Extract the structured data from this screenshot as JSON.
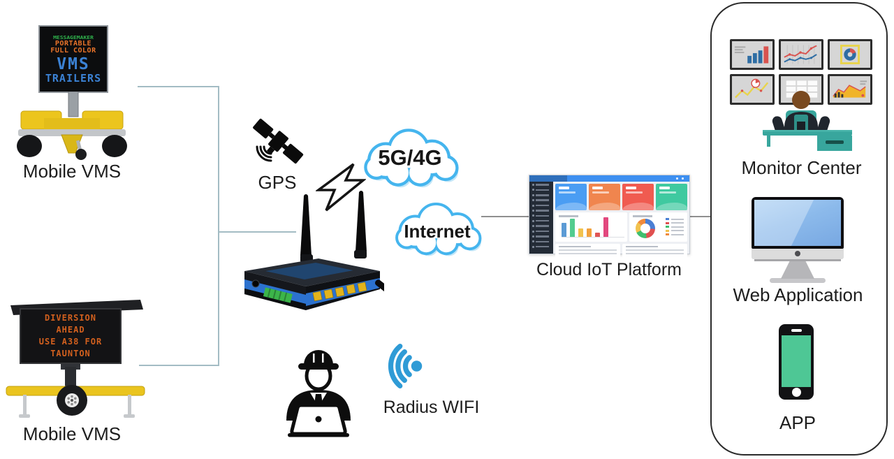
{
  "labels": {
    "mobile_vms_top": "Mobile VMS",
    "mobile_vms_bottom": "Mobile VMS",
    "gps": "GPS",
    "cloud_primary": "5G/4G",
    "cloud_secondary": "Internet",
    "cloud_iot": "Cloud IoT Platform",
    "radius_wifi": "Radius WIFI",
    "monitor_center": "Monitor Center",
    "web_application": "Web Application",
    "app": "APP"
  },
  "vms_sign_top": {
    "lines": [
      {
        "text": "MESSAGEMAKER",
        "color": "#2fb24c"
      },
      {
        "text": "PORTABLE",
        "color": "#e8732a"
      },
      {
        "text": "FULL COLOR",
        "color": "#e8732a"
      },
      {
        "text": "VMS",
        "color": "#3b82d4"
      },
      {
        "text": "TRAILERS",
        "color": "#3b82d4"
      }
    ]
  },
  "vms_sign_bottom": {
    "color": "#d2601e",
    "lines": [
      "DIVERSION",
      "AHEAD",
      "USE A38 FOR",
      "TAUNTON"
    ]
  },
  "dashboard": {
    "topbar_color": "#3d8ff0",
    "sidebar_color": "#232b36",
    "sidebar_rows": 13,
    "card_colors": [
      "#4a9df3",
      "#f0854e",
      "#f05b50",
      "#3fc9a0"
    ],
    "bar_colors": [
      "#5b9bd5",
      "#52cc8f",
      "#f2c24e",
      "#f2a13c",
      "#e05555",
      "#e2487e"
    ],
    "bar_heights": [
      20,
      26,
      12,
      12,
      6,
      28
    ],
    "donut_colors": [
      "#4a7fd4",
      "#e05050",
      "#3fbf6f",
      "#f2c24e",
      "#f08a3c"
    ],
    "donut_segments": [
      26,
      22,
      20,
      18,
      14
    ],
    "table_rows": 3
  },
  "connector_colors": {
    "left": "#a3bcc4",
    "right": "#8f8f8f"
  },
  "accent_colors": {
    "cloud_border": "#45b5ee",
    "trailer_yellow": "#eac41e",
    "wifi_blue": "#2f9bd6",
    "teal_furniture": "#38a69d",
    "phone_screen_green": "#4ec795"
  }
}
